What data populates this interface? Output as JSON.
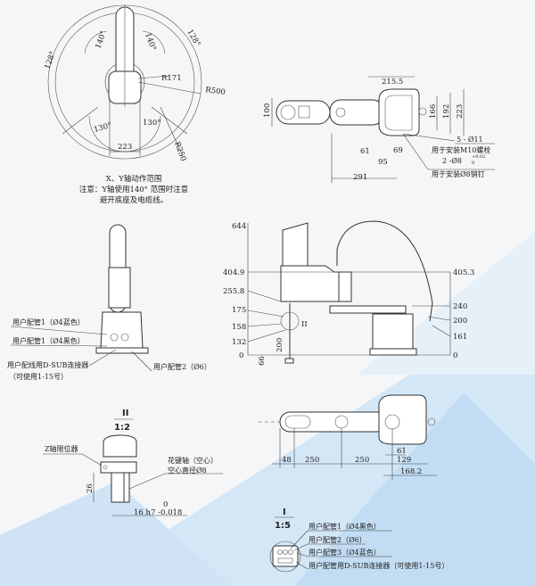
{
  "top_view": {
    "angles": {
      "a140_left": "140°",
      "a140_right": "140°",
      "a128_left": "128°",
      "a128_right": "128°",
      "a130_left": "130°",
      "a130_right": "130°"
    },
    "radii": {
      "r171": "R171",
      "r500": "R500",
      "r250": "R250"
    },
    "width": "223",
    "caption": [
      "X、Y轴动作范围",
      "注意：Y轴使用140° 范围时注意",
      "避开底座及电缆线。"
    ]
  },
  "base_plan": {
    "dims": {
      "w215": "215.5",
      "h100": "100",
      "h166": "166",
      "h192": "192",
      "h223": "223",
      "d61": "61",
      "d69": "69",
      "d95": "95",
      "d291": "291"
    },
    "notes": [
      "5 - Ø11",
      "用于安装M10螺栓",
      "2 -Ø8",
      "+0.02",
      "0",
      "用于安装Ø8销钉"
    ]
  },
  "side_view": {
    "left_heights": [
      "644",
      "404.9",
      "255.8",
      "175",
      "158",
      "132",
      "0"
    ],
    "right_heights": [
      "405.3",
      "240",
      "200",
      "161",
      "0"
    ],
    "stroke": "200",
    "bottom": "66",
    "detail_mark": "II"
  },
  "front_view": {
    "labels": [
      "用户配管1（Ø4蓝色）",
      "用户配管1（Ø4黑色）",
      "用户配线用D-SUB连接器",
      "（可使用1-15号）",
      "用户配管2（Ø6）"
    ]
  },
  "detail_ii": {
    "title": "II",
    "scale": "1:2",
    "labels": [
      "Z轴限位器",
      "花键轴（空心）",
      "空心直径Ø8"
    ],
    "dim26": "26",
    "tol_top": "0",
    "tol": "16 h7 -0.018"
  },
  "bottom_plan": {
    "dims": [
      "48",
      "250",
      "250",
      "61",
      "129",
      "168.2"
    ]
  },
  "detail_i": {
    "title": "I",
    "scale": "1:5",
    "labels": [
      "用户配管1（Ø4黑色）",
      "用户配管2（Ø6）",
      "用户配管3（Ø4蓝色）",
      "用户配管用D-SUB连接器（可使用1-15号）"
    ]
  },
  "colors": {
    "accent": "#bcd9f2",
    "line": "#333333",
    "bg": "#f4f6f8"
  }
}
